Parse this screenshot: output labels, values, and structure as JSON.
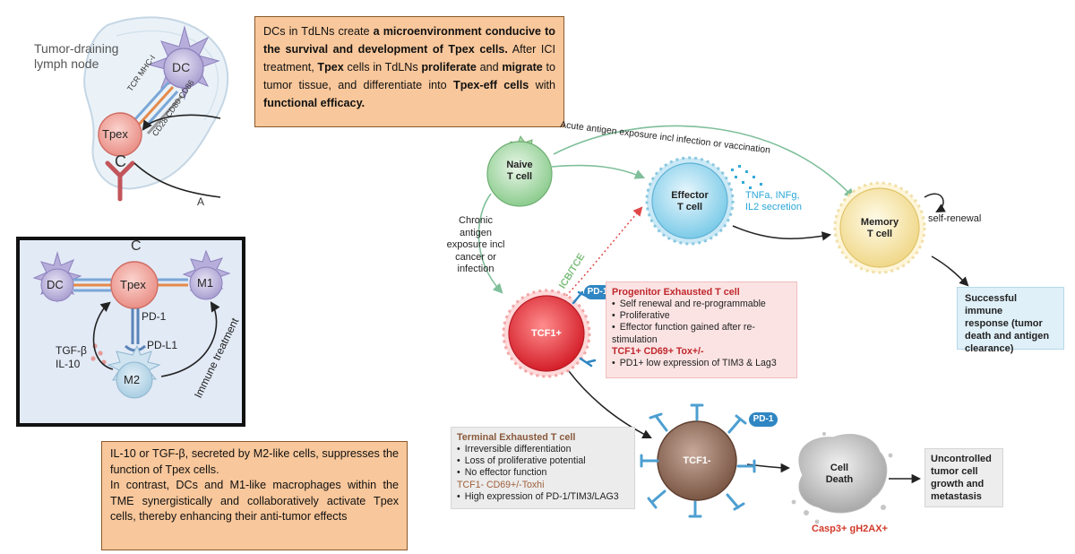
{
  "box_top": {
    "text_1": "DCs in TdLNs create ",
    "bold_1": "a microenvironment conducive to the survival and development of Tpex cells.",
    "text_2": " After ICI treatment, ",
    "bold_2": "Tpex",
    "text_3": " cells in TdLNs ",
    "bold_3": "proliferate",
    "text_4": " and ",
    "bold_4": "migrate",
    "text_5": " to tumor tissue, and differentiate into ",
    "bold_5": "Tpex-eff cells",
    "text_6": " with ",
    "bold_6": "functional efficacy."
  },
  "box_bottom": {
    "para_1": "IL-10 or TGF-β, secreted by M2-like cells, suppresses the function of Tpex cells.",
    "para_2": "In contrast, DCs and M1-like macrophages within the TME synergistically and collaboratively activate Tpex cells, thereby enhancing their anti-tumor effects"
  },
  "lymph_node_panel": {
    "title_line1": "Tumor-draining",
    "title_line2": "lymph node",
    "dc_label": "DC",
    "tpex_label": "Tpex",
    "c_label": "C",
    "a_label": "A",
    "tcr_label": "TCR",
    "mhc_label": "MHC-I",
    "cd28_label": "CD28",
    "cd80_label": "CD80",
    "cd86_label": "CD86"
  },
  "tme_panel": {
    "c_label": "C",
    "dc_label": "DC",
    "tpex_label": "Tpex",
    "m1_label": "M1",
    "m2_label": "M2",
    "pd1_label": "PD-1",
    "pdl1_label": "PD-L1",
    "tgf_label": "TGF-β",
    "il10_label": "IL-10",
    "immune_label": "Immune treatment"
  },
  "diagram": {
    "acute_label": "Acute antigen exposure incl infection or vaccination",
    "naive_line1": "Naive",
    "naive_line2": "T cell",
    "effector_line1": "Effector",
    "effector_line2": "T cell",
    "memory_line1": "Memory",
    "memory_line2": "T cell",
    "cytokines_line1": "TNFa, INFg,",
    "cytokines_line2": "IL2 secretion",
    "self_renewal": "self-renewal",
    "chronic_lines": [
      "Chronic",
      "antigen",
      "exposure incl",
      "cancer or",
      "infection"
    ],
    "icb_label": "ICB/TCE",
    "pd1_top": "PD-1",
    "pd1_bottom": "PD-1",
    "tcf1_pos": "TCF1+",
    "tcf1_neg": "TCF1-",
    "cell_death_line1": "Cell",
    "cell_death_line2": "Death",
    "casp_label": "Casp3+ gH2AX+",
    "uncontrolled_lines": [
      "Uncontrolled",
      "tumor cell",
      "growth and",
      "metastasis"
    ],
    "successful_lines": [
      "Successful immune",
      "response (tumor",
      "death and antigen",
      "clearance)"
    ]
  },
  "progenitor": {
    "title": "Progenitor Exhausted T cell",
    "items": [
      "Self renewal and re-programmable",
      "Proliferative",
      "Effector function gained after re-stimulation"
    ],
    "marker": "TCF1+ CD69+ Tox+/-",
    "marker_items": [
      "PD1+ low expression of TIM3 & Lag3"
    ]
  },
  "terminal": {
    "title": "Terminal Exhausted T cell",
    "items": [
      "Irreversible differentiation",
      "Loss of proliferative potential",
      "No effector function"
    ],
    "marker": "TCF1- CD69+/-Toxhi",
    "marker_items": [
      "High expression of PD-1/TIM3/LAG3"
    ]
  },
  "colors": {
    "orange_box": "#f8c79b",
    "red_title": "#c0272d",
    "pd1_badge": "#2f86c2",
    "green_arrow": "#7fbf9a",
    "cyan_text": "#2aa6d8"
  }
}
